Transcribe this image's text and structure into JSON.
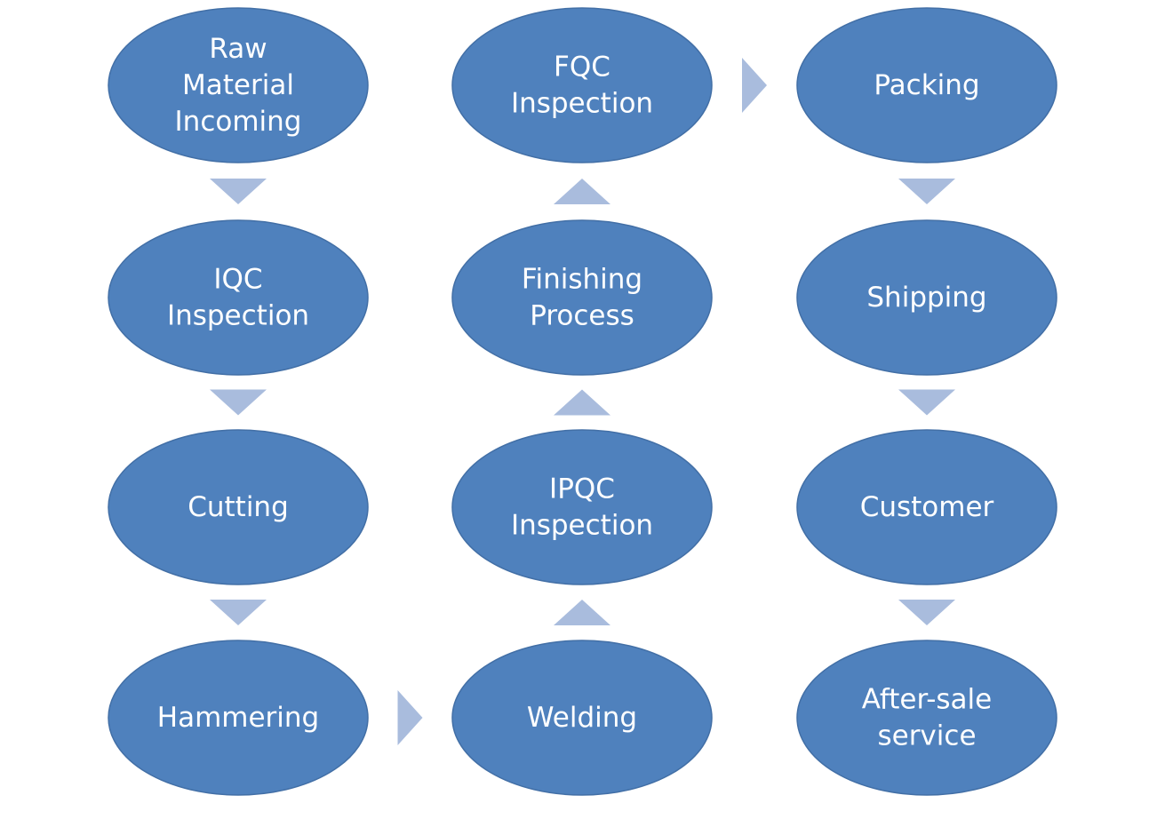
{
  "diagram": {
    "colors": {
      "node_fill": "#4F81BD",
      "node_text": "#FFFFFF",
      "arrow_fill": "#A9BCDD",
      "background": "#FFFFFF"
    },
    "steps": [
      {
        "id": "raw-material-incoming",
        "lines": [
          "Raw",
          "Material",
          "Incoming"
        ]
      },
      {
        "id": "iqc-inspection",
        "lines": [
          "IQC",
          "Inspection"
        ]
      },
      {
        "id": "cutting",
        "lines": [
          "Cutting"
        ]
      },
      {
        "id": "hammering",
        "lines": [
          "Hammering"
        ]
      },
      {
        "id": "welding",
        "lines": [
          "Welding"
        ]
      },
      {
        "id": "ipqc-inspection",
        "lines": [
          "IPQC",
          "Inspection"
        ]
      },
      {
        "id": "finishing-process",
        "lines": [
          "Finishing",
          "Process"
        ]
      },
      {
        "id": "fqc-inspection",
        "lines": [
          "FQC",
          "Inspection"
        ]
      },
      {
        "id": "packing",
        "lines": [
          "Packing"
        ]
      },
      {
        "id": "shipping",
        "lines": [
          "Shipping"
        ]
      },
      {
        "id": "customer",
        "lines": [
          "Customer"
        ]
      },
      {
        "id": "after-sale-service",
        "lines": [
          "After-sale",
          "service"
        ]
      }
    ],
    "connections": [
      {
        "from": "raw-material-incoming",
        "to": "iqc-inspection",
        "direction": "down"
      },
      {
        "from": "iqc-inspection",
        "to": "cutting",
        "direction": "down"
      },
      {
        "from": "cutting",
        "to": "hammering",
        "direction": "down"
      },
      {
        "from": "hammering",
        "to": "welding",
        "direction": "right"
      },
      {
        "from": "welding",
        "to": "ipqc-inspection",
        "direction": "up"
      },
      {
        "from": "ipqc-inspection",
        "to": "finishing-process",
        "direction": "up"
      },
      {
        "from": "finishing-process",
        "to": "fqc-inspection",
        "direction": "up"
      },
      {
        "from": "fqc-inspection",
        "to": "packing",
        "direction": "right"
      },
      {
        "from": "packing",
        "to": "shipping",
        "direction": "down"
      },
      {
        "from": "shipping",
        "to": "customer",
        "direction": "down"
      },
      {
        "from": "customer",
        "to": "after-sale-service",
        "direction": "down"
      }
    ]
  }
}
